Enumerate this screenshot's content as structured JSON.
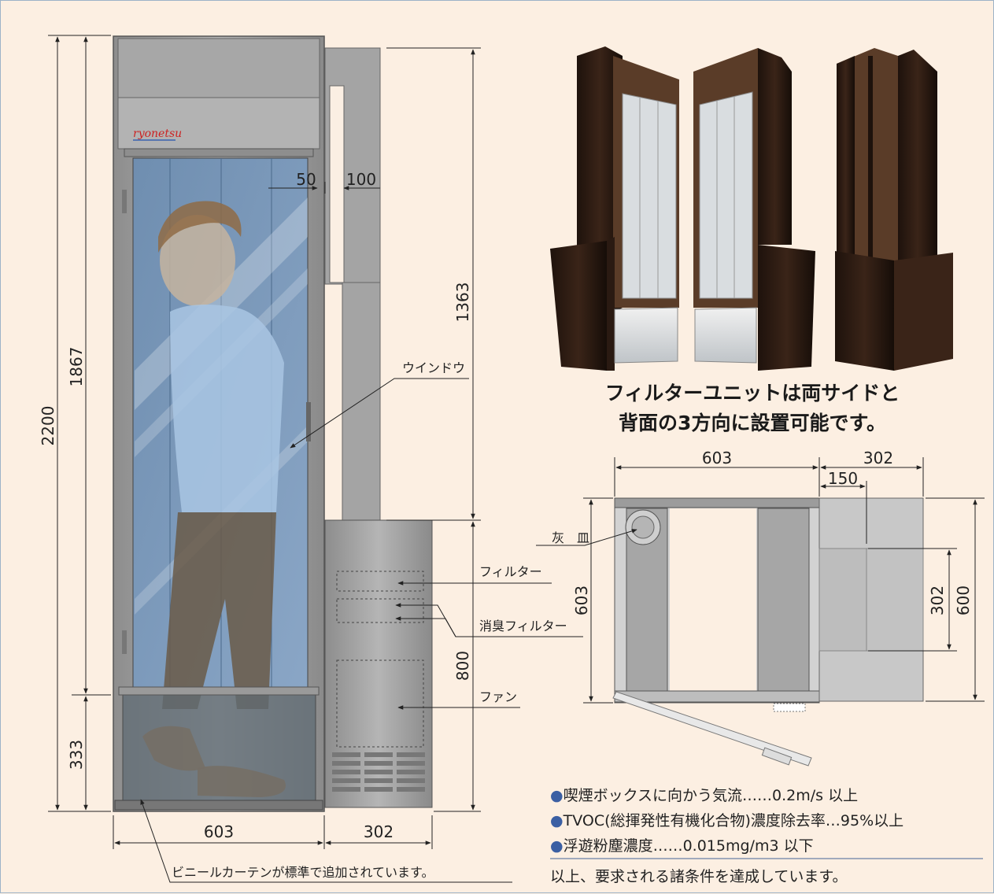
{
  "brand": "ryonetsu",
  "caption_line1": "フィルターユニットは両サイドと",
  "caption_line2": "背面の3方向に設置可能です。",
  "labels": {
    "window": "ウインドウ",
    "filter": "フィルター",
    "deodorant_filter": "消臭フィルター",
    "fan": "ファン",
    "ashtray": "灰　皿",
    "curtain": "ビニールカーテンが標準で追加されています。"
  },
  "front_dimensions": {
    "total_height": "2200",
    "window_height": "1867",
    "base_height": "333",
    "tower_height": "1363",
    "unit_height": "800",
    "gap": "50",
    "duct_width": "100",
    "box_width": "603",
    "unit_width": "302"
  },
  "plan_dimensions": {
    "box_width": "603",
    "unit_depth": "302",
    "offset": "150",
    "box_depth": "603",
    "unit_width": "302",
    "unit_length": "600"
  },
  "specs": [
    "喫煙ボックスに向かう気流……0.2m/s 以上",
    "TVOC(総揮発性有機化合物)濃度除去率…95%以上",
    "浮遊粉塵濃度……0.015mg/m3 以下"
  ],
  "conclusion": "以上、要求される諸条件を達成しています。",
  "colors": {
    "background": "#fcefe2",
    "steel": "#9c9c9c",
    "glass": "#7f9fc0",
    "cabinet_dark": "#2b1a12",
    "cabinet_brown": "#6a4a32",
    "bullet": "#3b5fa3"
  }
}
